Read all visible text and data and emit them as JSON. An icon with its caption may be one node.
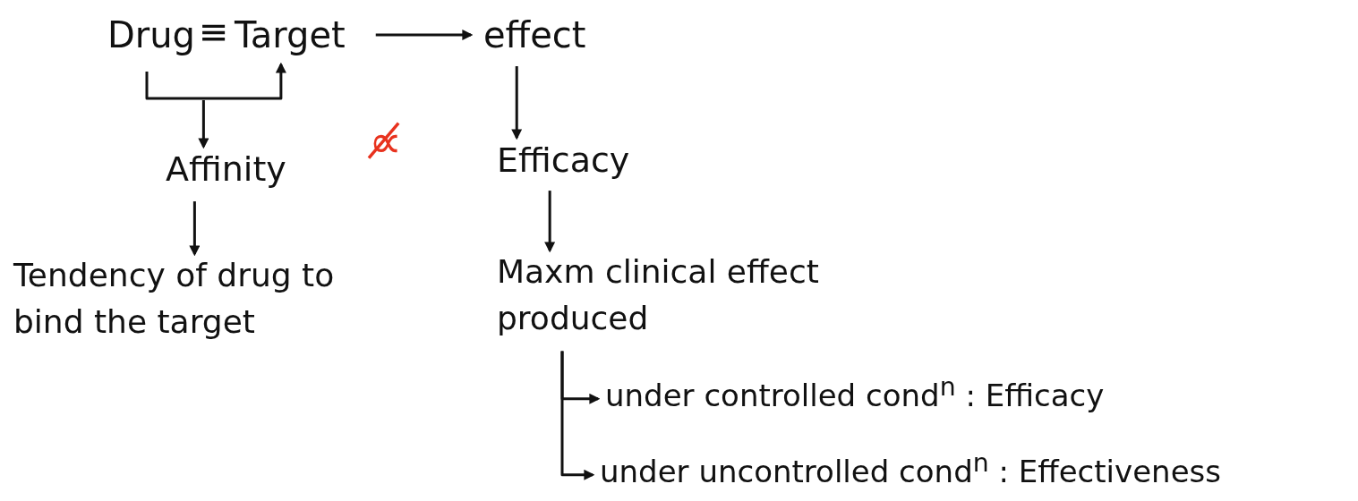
{
  "diagram": {
    "nodes": [
      {
        "text": [
          "Drug"
        ]
      },
      {
        "text": [
          "Target"
        ]
      },
      {
        "text": [
          "effect"
        ]
      },
      {
        "text": [
          "Affinity"
        ]
      },
      {
        "text": [
          "Efficacy"
        ]
      },
      {
        "text": [
          "Tendency of drug to bind the target"
        ]
      },
      {
        "text": [
          "Maxm clinical effect produced"
        ]
      },
      {
        "text": [
          "under controlled cond$^{n}$ : Efficacy"
        ]
      },
      {
        "text": [
          "under uncontrolled cond$^{n}$ : Effectiveness"
        ]
      }
    ],
    "edges": [
      {
        "from": 1,
        "to": 2,
        "arrow": "to"
      },
      {
        "from": 0,
        "to": 1,
        "arrow": "to"
      },
      {
        "from": null,
        "to": 3,
        "arrow": "to"
      },
      {
        "from": 2,
        "to": 4,
        "arrow": "to"
      },
      {
        "from": 3,
        "to": 5,
        "arrow": "to"
      },
      {
        "from": 4,
        "to": 6,
        "arrow": "to"
      },
      {
        "from": 6,
        "to": 7,
        "arrow": "to"
      },
      {
        "from": 6,
        "to": 8,
        "arrow": "to"
      }
    ],
    "labels": [
      "≡",
      "∝̸"
    ]
  }
}
